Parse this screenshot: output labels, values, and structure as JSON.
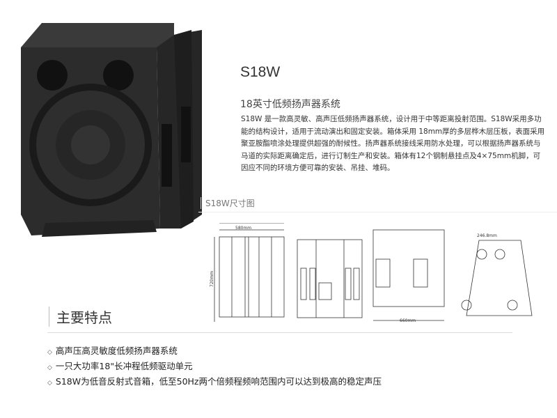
{
  "product": {
    "title": "S18W",
    "subtitle": "18英寸低频扬声器系统",
    "description": "S18W 是一款高灵敏、高声压低频扬声器系统，设计用于中等距离投射范围。S18W采用多功能的结构设计，适用于流动演出和固定安装。箱体采用 18mm厚的多层桦木层压板，表面采用聚亚胺酯喷涂处理提供超强的耐候性。扬声器系统接线采用防水处理，可以根据扬声器系统与马道的实际距离确定后，进行订制生产和安装。箱体有12个钢制悬挂点及4×75mm机脚，可因应不同的环境方便可靠的安装、吊挂、堆码。"
  },
  "dimensions": {
    "heading": "S18W尺寸图",
    "width_label": "580mm",
    "height_label": "720mm",
    "depth_label": "660mm",
    "top_label": "246.8mm"
  },
  "features": {
    "heading": "主要特点",
    "items": [
      "高声压高灵敏度低频扬声器系统",
      "一只大功率18\"长冲程低频驱动单元",
      "S18W为低音反射式音箱，低至50Hz两个倍频程频响范围内可以达到极高的稳定声压"
    ]
  }
}
